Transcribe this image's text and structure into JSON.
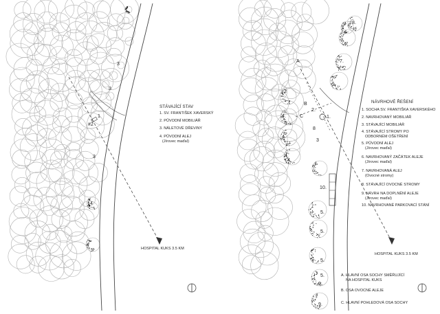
{
  "left_plan": {
    "legend_title": "STÁVAJÍCÍ STAV",
    "legend_items": [
      "1. SV. FRANTIŠEK XAVERSKÝ",
      "2. PŮVODNÍ MOBILIÁŘ",
      "3. NÁLETOVÉ DŘEVINY",
      "4. PŮVODNÍ ALEJ",
      "(Jírovec maďal)"
    ],
    "destination": "HOSPITAL KUKS 3.5 KM",
    "markers": [
      "1",
      "#2",
      "3",
      "3",
      "3",
      "4"
    ]
  },
  "right_plan": {
    "legend_title": "NÁVRHOVÉ ŘEŠENÍ",
    "legend_items": [
      "1. SOCHA SV. FRANTIŠKA XAVERSKÉHO",
      "2. NAVRHOVANÝ MOBILIÁŘ",
      "3. STÁVAJÍCÍ MOBILIÁŘ",
      "4. STÁVAJÍCÍ STROMY PO",
      "ODBORNÉM OŠETŘENÍ",
      "5. PŮVODNÍ ALEJ",
      "(Jírovec maďal)",
      "6. NAVRHOVANÝ ZAČÁTEK ALEJE",
      "(Jírovec maďal)",
      "7. NAVRHOVANÁ ALEJ",
      "(Ovocné stromy)",
      "8. STÁVAJÍCÍ OVOCNÉ STROMY",
      "9. NÁVRH NA DOPLNĚNÍ ALEJE",
      "(Jírovec maďal)",
      "10. NAVRHOVANÉ PARKOVACÍ STÁNÍ"
    ],
    "axes_legend": [
      "A. HLAVNÍ OSA SOCHY SMĚŘUJÍCÍ",
      "NA HOSPITAL KUKS",
      "B. OSA OVOCNÉ ALEJE",
      "C. HLAVNÍ POHLEDOVÁ OSA SOCHY"
    ],
    "destination": "HOSPITAL KUKS 3.5 KM",
    "axis_letters": [
      "A",
      "B",
      "C"
    ],
    "tree_numbers": [
      "8.",
      "7.",
      "7.",
      "7.",
      "6.",
      "4.",
      "4.",
      "4.",
      "4.",
      "5.",
      "5.",
      "5.",
      "5.",
      "9.",
      "9."
    ],
    "markers": [
      "1.",
      "2.",
      "3",
      "8",
      "10."
    ]
  },
  "colors": {
    "line": "#555555",
    "canopy": "#b0b0b0",
    "dots": "#1a1a1a",
    "background": "#ffffff"
  }
}
